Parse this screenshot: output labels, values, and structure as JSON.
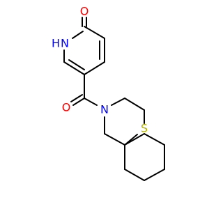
{
  "molecule": {
    "colors": {
      "bond": "#000000",
      "oxygen": "#ff0000",
      "nitrogen": "#0000ff",
      "sulfur": "#b2b200",
      "background": "#ffffff"
    },
    "labels": {
      "o_top": "O",
      "nh": "H",
      "n_pyridone": "N",
      "o_carbonyl": "O",
      "n_ring": "N",
      "s_ring": "S"
    }
  }
}
